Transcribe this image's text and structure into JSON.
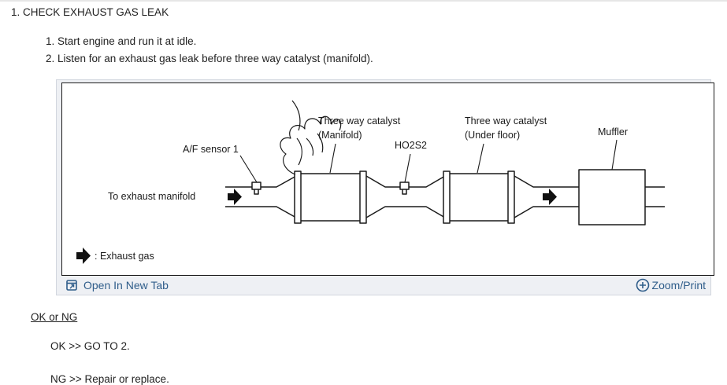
{
  "step": {
    "title": "1. CHECK EXHAUST GAS LEAK",
    "substeps": [
      "1. Start engine and run it at idle.",
      "2. Listen for an exhaust gas leak before three way catalyst (manifold)."
    ]
  },
  "figure": {
    "labels": {
      "twc_manifold_line1": "Three way catalyst",
      "twc_manifold_line2": "(Manifold)",
      "twc_underfloor_line1": "Three way catalyst",
      "twc_underfloor_line2": "(Under floor)",
      "muffler": "Muffler",
      "ho2s2": "HO2S2",
      "af_sensor": "A/F sensor 1",
      "to_exhaust_manifold": "To exhaust manifold",
      "legend_exhaust_gas": ": Exhaust gas"
    },
    "toolbar": {
      "open_new_tab": "Open In New Tab",
      "zoom_print": "Zoom/Print",
      "link_color": "#2f5d8a"
    },
    "icons": {
      "open_new_tab": "open-in-new-tab-icon",
      "zoom": "zoom-plus-icon",
      "flow_arrow": "exhaust-flow-arrow-icon"
    }
  },
  "result": {
    "heading": "OK or NG",
    "ok": "OK >> GO TO 2.",
    "ng": "NG >> Repair or replace."
  }
}
